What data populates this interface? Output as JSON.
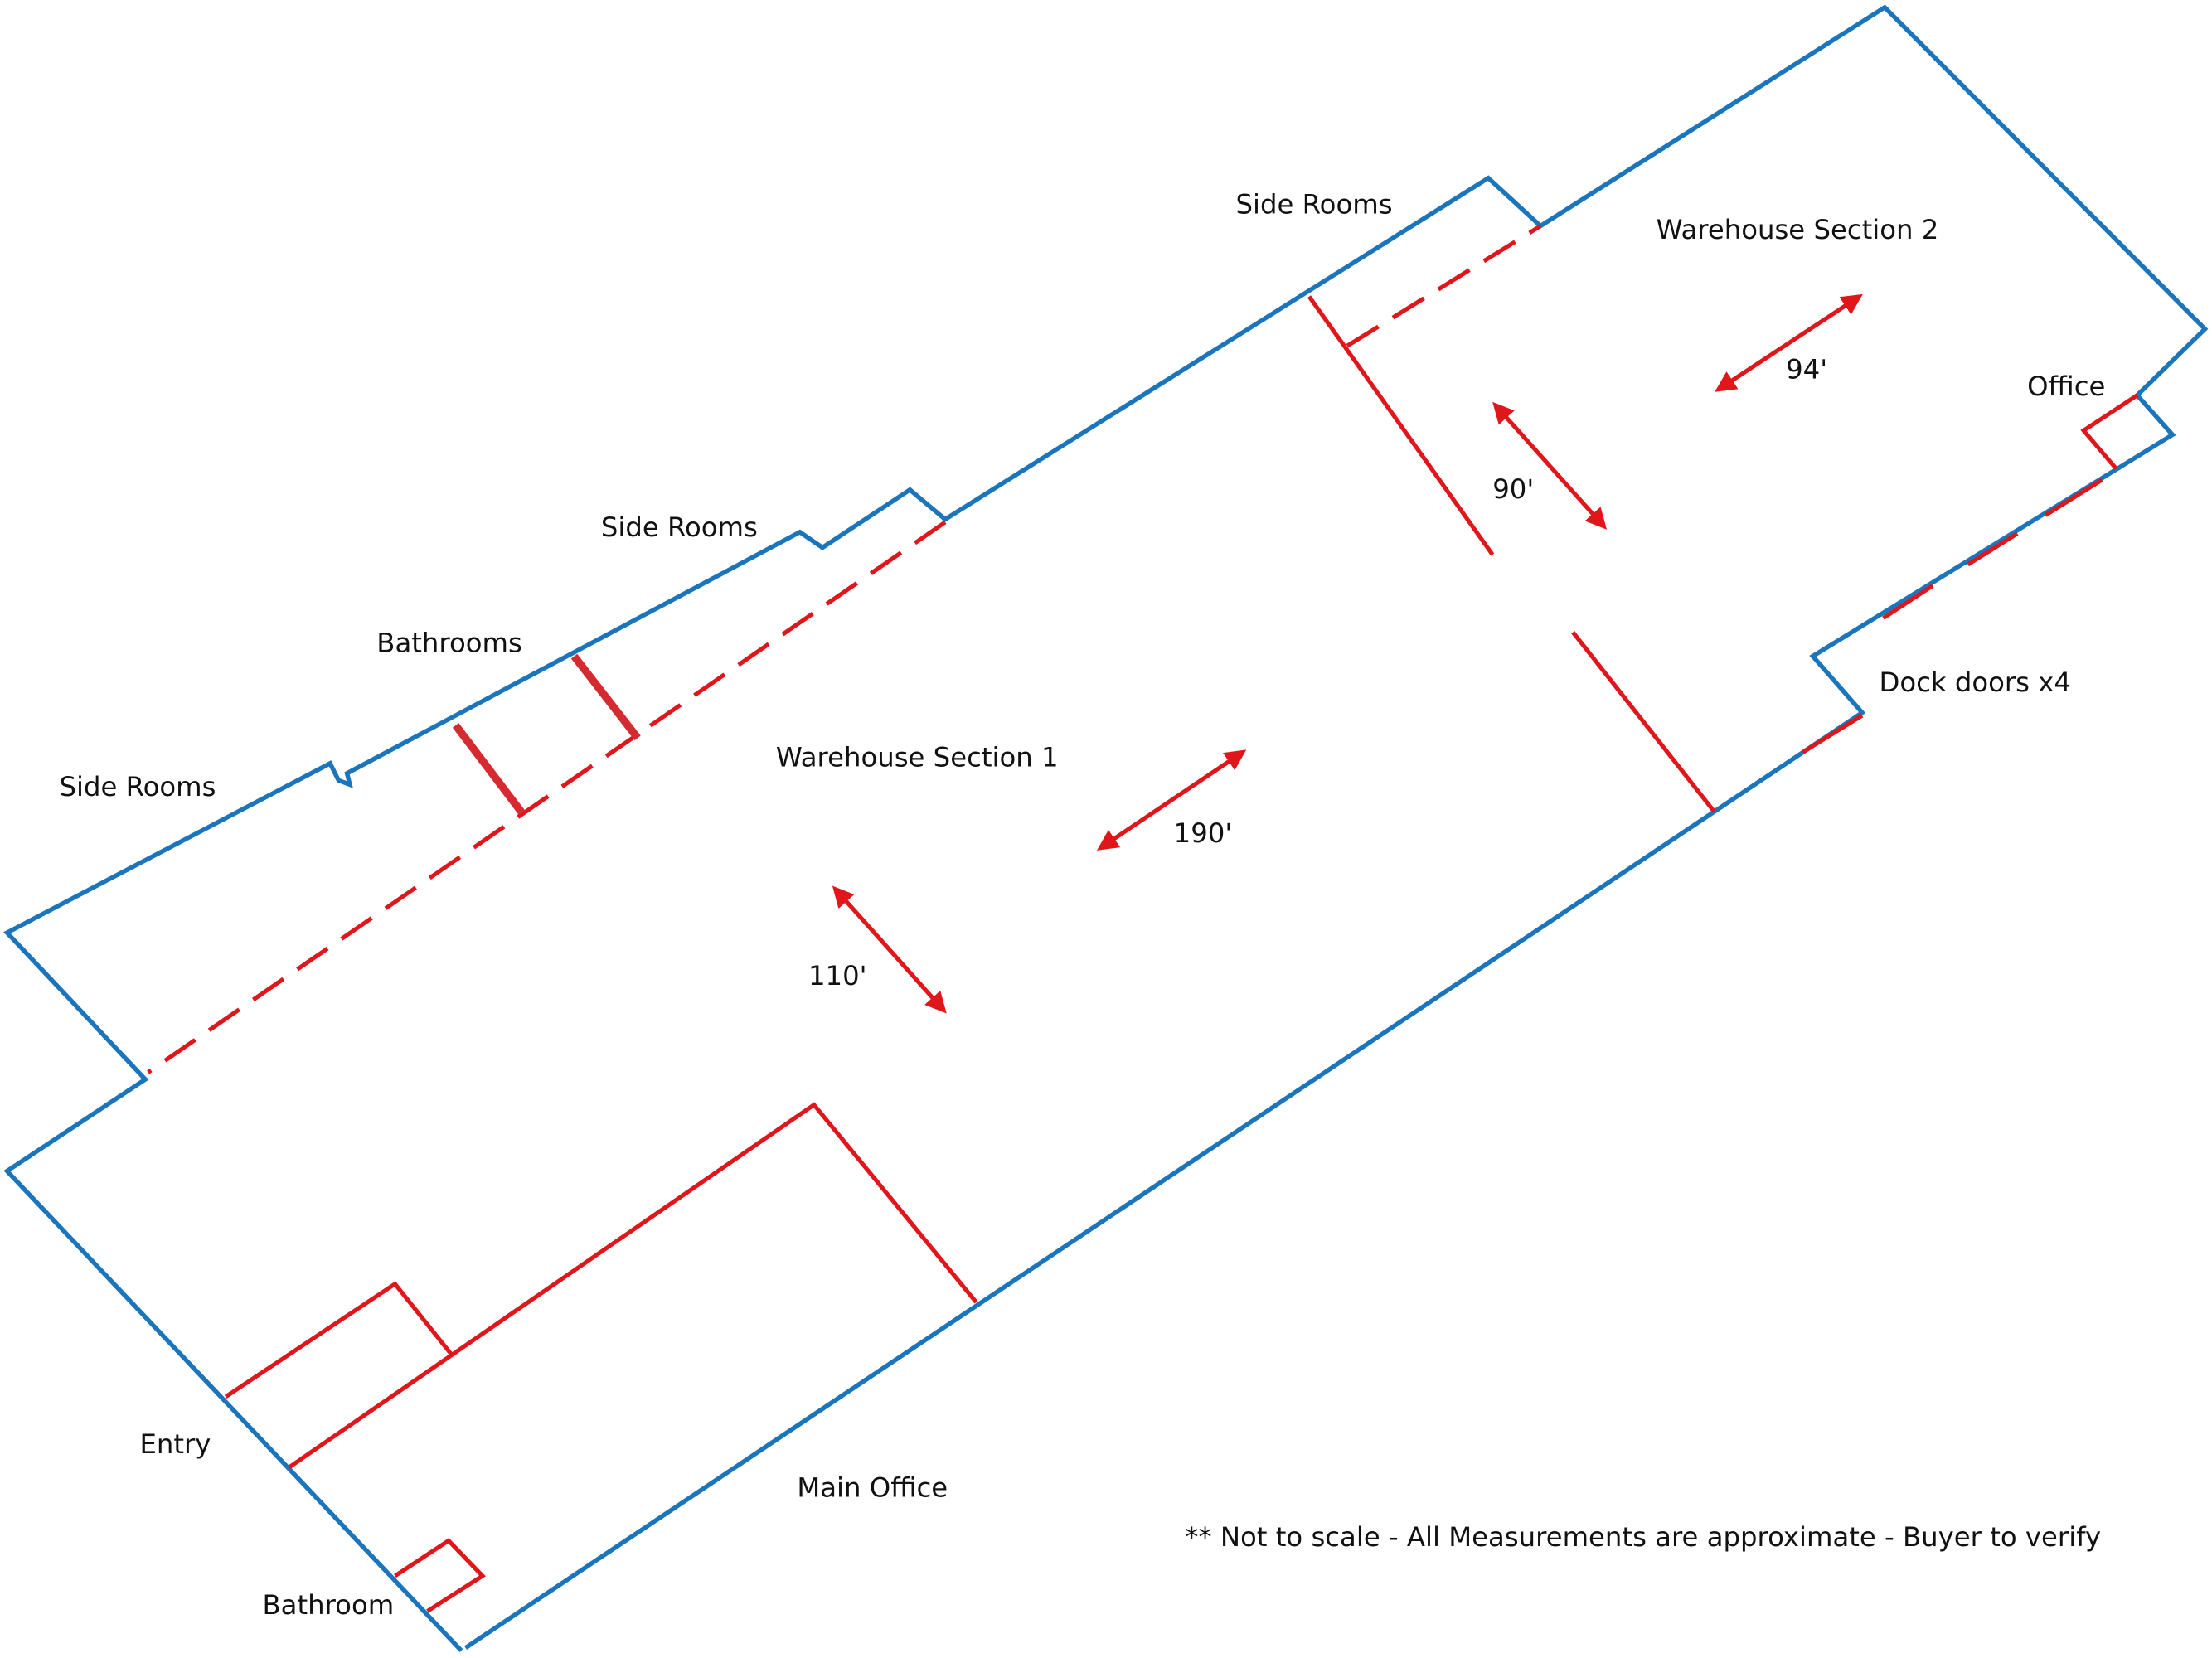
{
  "title": "Warehouse floor plan",
  "colors": {
    "walls": "#1b75bc",
    "interior": "#e0161b"
  },
  "labels": {
    "side_rooms_top": "Side Rooms",
    "warehouse_section_2": "Warehouse Section 2",
    "office": "Office",
    "side_rooms_middle": "Side Rooms",
    "bathrooms": "Bathrooms",
    "side_rooms_left": "Side Rooms",
    "warehouse_section_1": "Warehouse Section 1",
    "dock_doors": "Dock doors x4",
    "entry": "Entry",
    "main_office": "Main Office",
    "bathroom": "Bathroom"
  },
  "dimensions": {
    "section2_width": "94'",
    "section2_depth": "90'",
    "section1_length": "190'",
    "section1_width": "110'"
  },
  "note": "** Not to scale - All Measurements are approximate - Buyer to verify"
}
